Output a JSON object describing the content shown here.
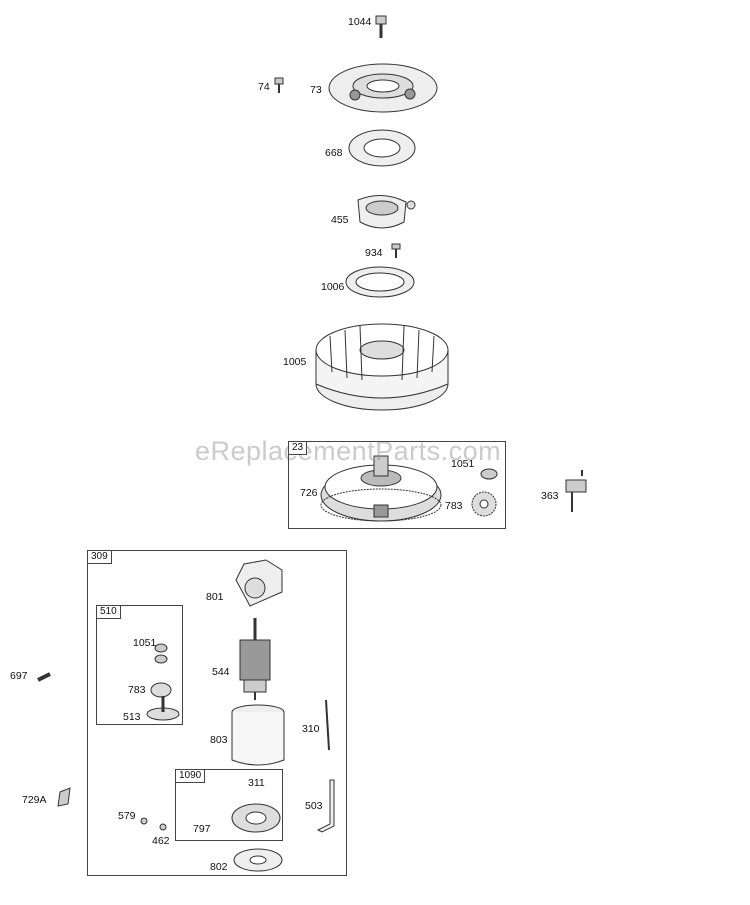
{
  "watermark": "eReplacementParts.com",
  "groups": {
    "g23": "23",
    "g309": "309",
    "g510": "510",
    "g1090": "1090"
  },
  "labels": {
    "p1044": "1044",
    "p74": "74",
    "p73": "73",
    "p668": "668",
    "p455": "455",
    "p934": "934",
    "p1006": "1006",
    "p1005": "1005",
    "p1051a": "1051",
    "p726": "726",
    "p783a": "783",
    "p363": "363",
    "p801": "801",
    "p1051b": "1051",
    "p697": "697",
    "p544": "544",
    "p783b": "783",
    "p513": "513",
    "p310": "310",
    "p803": "803",
    "p311": "311",
    "p729A": "729A",
    "p579": "579",
    "p503": "503",
    "p797": "797",
    "p462": "462",
    "p802": "802"
  }
}
